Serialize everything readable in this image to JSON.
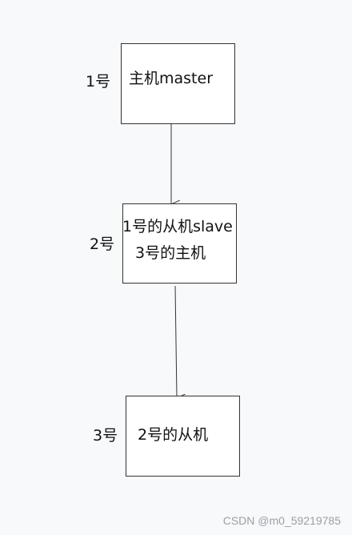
{
  "nodes": [
    {
      "side_label": "1号",
      "lines": [
        "主机master"
      ]
    },
    {
      "side_label": "2号",
      "lines": [
        "1号的从机slave",
        "3号的主机"
      ]
    },
    {
      "side_label": "3号",
      "lines": [
        "2号的从机"
      ]
    }
  ],
  "watermark": "CSDN @m0_59219785",
  "colors": {
    "line": "#333333",
    "background": "#f8f9fb"
  }
}
